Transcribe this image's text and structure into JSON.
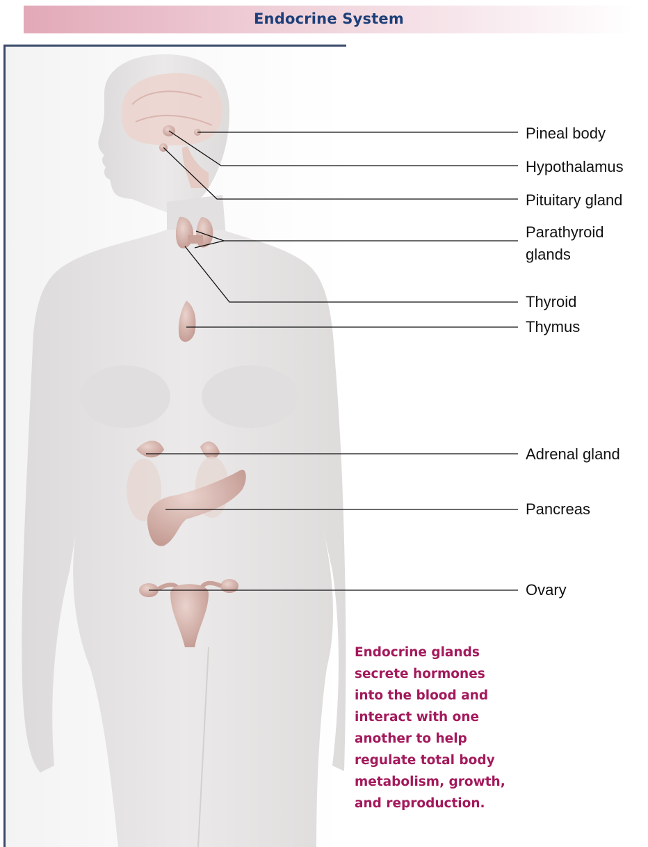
{
  "title": "Endocrine System",
  "labels": {
    "pineal_body": "Pineal body",
    "hypothalamus": "Hypothalamus",
    "pituitary_gland": "Pituitary gland",
    "parathyroid_glands_line1": "Parathyroid",
    "parathyroid_glands_line2": "glands",
    "thyroid": "Thyroid",
    "thymus": "Thymus",
    "adrenal_gland": "Adrenal gland",
    "pancreas": "Pancreas",
    "ovary": "Ovary"
  },
  "caption_lines": [
    "Endocrine glands",
    "secrete hormones",
    "into the blood and",
    "interact with one",
    "another to help",
    "regulate total body",
    "metabolism, growth,",
    "and reproduction."
  ],
  "colors": {
    "title_text": "#1c3f79",
    "title_bar": "#e2a9b8",
    "caption_text": "#a3195b",
    "body_silhouette": "#e7e5e5",
    "gland": "#c9a29a"
  }
}
